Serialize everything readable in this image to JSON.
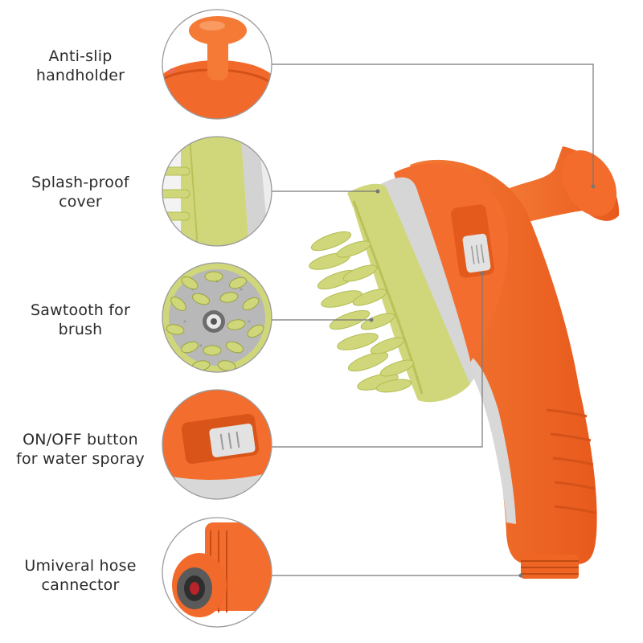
{
  "colors": {
    "orange": "#f2692a",
    "orange_dark": "#d4521a",
    "lime": "#cfd77a",
    "lime_dark": "#aeb84e",
    "gray": "#cfcfcf",
    "connector_line": "#777777",
    "circle_border": "#9a9a9a",
    "text": "#2b2b2b"
  },
  "features": [
    {
      "line1": "Anti-slip",
      "line2": "handholder",
      "icon": "knob-detail"
    },
    {
      "line1": "Splash-proof",
      "line2": "cover",
      "icon": "cover-detail"
    },
    {
      "line1": "Sawtooth for",
      "line2": "brush",
      "icon": "bristles-detail"
    },
    {
      "line1": "ON/OFF button",
      "line2": "for water sporay",
      "icon": "switch-detail"
    },
    {
      "line1": "Umiveral hose",
      "line2": "cannector",
      "icon": "hose-connector-detail"
    }
  ]
}
